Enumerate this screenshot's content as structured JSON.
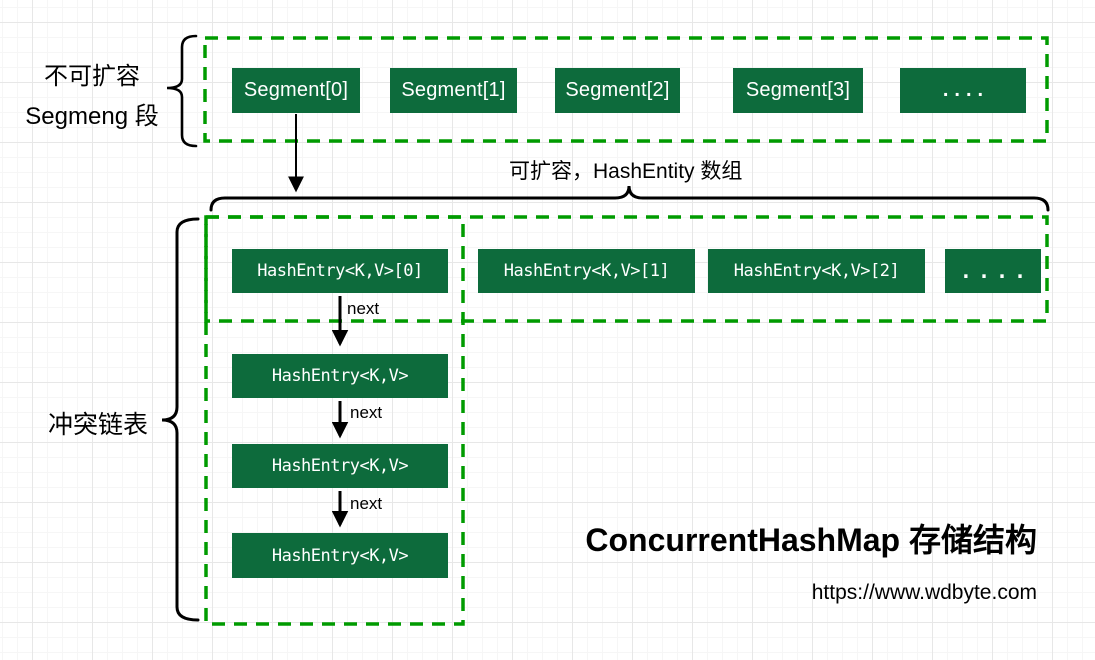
{
  "diagram": {
    "top": {
      "label_line1": "不可扩容",
      "label_line2": "Segmeng 段",
      "segments": [
        "Segment[0]",
        "Segment[1]",
        "Segment[2]",
        "Segment[3]",
        "...."
      ]
    },
    "middle_note": "可扩容，HashEntity 数组",
    "hash_row": [
      "HashEntry<K,V>[0]",
      "HashEntry<K,V>[1]",
      "HashEntry<K,V>[2]",
      "...."
    ],
    "chain": {
      "label": "冲突链表",
      "nodes": [
        "HashEntry<K,V>",
        "HashEntry<K,V>",
        "HashEntry<K,V>"
      ],
      "next_labels": [
        "next",
        "next",
        "next"
      ]
    },
    "footer": {
      "title": "ConcurrentHashMap 存储结构",
      "url": "https://www.wdbyte.com"
    },
    "colors": {
      "box_fill": "#0d6b3c",
      "dashed_border": "#009b00",
      "box_text": "#ffffff",
      "line": "#000000"
    }
  }
}
